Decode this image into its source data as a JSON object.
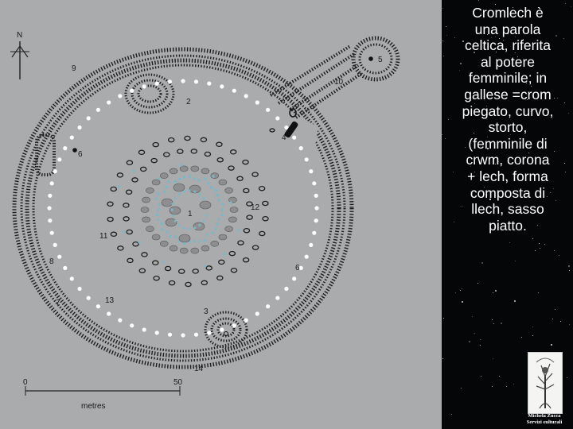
{
  "plan": {
    "north_label": "N",
    "scale_unit": "metres",
    "scale_start": "0",
    "scale_end": "50",
    "feature_numbers": [
      {
        "id": "9",
        "text": "9"
      },
      {
        "id": "2",
        "text": "2"
      },
      {
        "id": "10",
        "text": "10"
      },
      {
        "id": "5",
        "text": "5"
      },
      {
        "id": "4",
        "text": "4"
      },
      {
        "id": "6a",
        "text": "6"
      },
      {
        "id": "12",
        "text": "12"
      },
      {
        "id": "1",
        "text": "1"
      },
      {
        "id": "11",
        "text": "11"
      },
      {
        "id": "8",
        "text": "8"
      },
      {
        "id": "6b",
        "text": "6"
      },
      {
        "id": "13",
        "text": "13"
      },
      {
        "id": "7",
        "text": "7"
      },
      {
        "id": "3",
        "text": "3"
      },
      {
        "id": "14",
        "text": "14"
      }
    ]
  },
  "caption": {
    "lines": [
      "Cromlech è",
      "una parola",
      "celtica, riferita",
      "al potere",
      "femminile; in",
      "gallese =crom",
      "piegato, curvo,",
      "storto,",
      "(femminile di",
      "crwm, corona",
      "+ lech,  forma",
      "composta di",
      "llech, sasso",
      "piatto."
    ]
  },
  "credit": {
    "line1": "Michela Zucca",
    "line2": "Servizi culturali"
  },
  "colors": {
    "plan_background": "#aaabad",
    "side_background": "#050608",
    "bluestone": "#7fb6c6",
    "sarsen": "#8e8e90"
  }
}
